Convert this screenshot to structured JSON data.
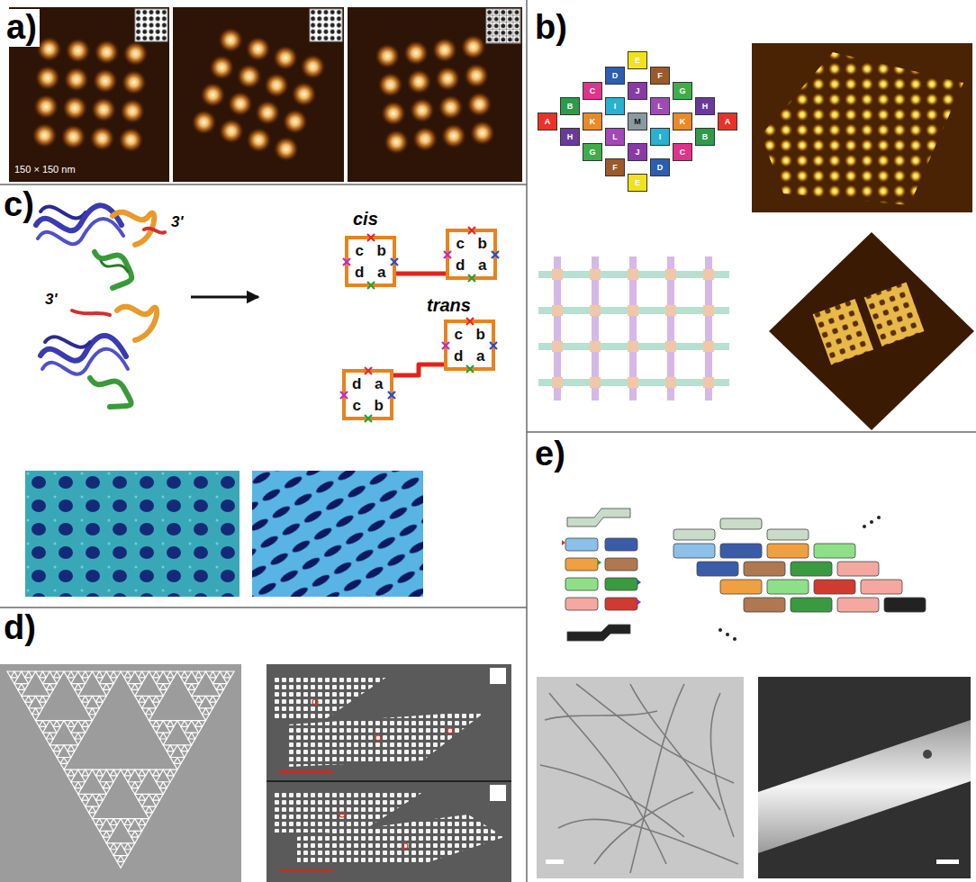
{
  "diagram": {
    "nodes": [
      {
        "text": [
          "E"
        ]
      },
      {
        "text": [
          "D"
        ]
      },
      {
        "text": [
          "F"
        ]
      },
      {
        "text": [
          "C"
        ]
      },
      {
        "text": [
          "J"
        ]
      },
      {
        "text": [
          "G"
        ]
      },
      {
        "text": [
          "B"
        ]
      },
      {
        "text": [
          "I"
        ]
      },
      {
        "text": [
          "L"
        ]
      },
      {
        "text": [
          "H"
        ]
      },
      {
        "text": [
          "A"
        ]
      },
      {
        "text": [
          "K"
        ]
      },
      {
        "text": [
          "M"
        ]
      },
      {
        "text": [
          "K"
        ]
      },
      {
        "text": [
          "A"
        ]
      },
      {
        "text": [
          "H"
        ]
      },
      {
        "text": [
          "L"
        ]
      },
      {
        "text": [
          "I"
        ]
      },
      {
        "text": [
          "B"
        ]
      },
      {
        "text": [
          "G"
        ]
      },
      {
        "text": [
          "J"
        ]
      },
      {
        "text": [
          "C"
        ]
      },
      {
        "text": [
          "F"
        ]
      },
      {
        "text": [
          "D"
        ]
      },
      {
        "text": [
          "E"
        ]
      },
      {
        "text": [
          "c",
          "b",
          "d",
          "a"
        ]
      },
      {
        "text": [
          "c",
          "b",
          "d",
          "a"
        ]
      },
      {
        "text": [
          "c",
          "b",
          "d",
          "a"
        ]
      },
      {
        "text": [
          "d",
          "a",
          "c",
          "b"
        ]
      }
    ],
    "edges": [
      {
        "from": 25,
        "to": 26,
        "arrow": "none"
      },
      {
        "from": 27,
        "to": 28,
        "arrow": "none"
      }
    ],
    "labels": [
      "a)",
      "150 × 150 nm",
      "b)",
      "c)",
      "3'",
      "cis",
      "3'",
      "trans",
      "d)",
      "e)"
    ]
  }
}
